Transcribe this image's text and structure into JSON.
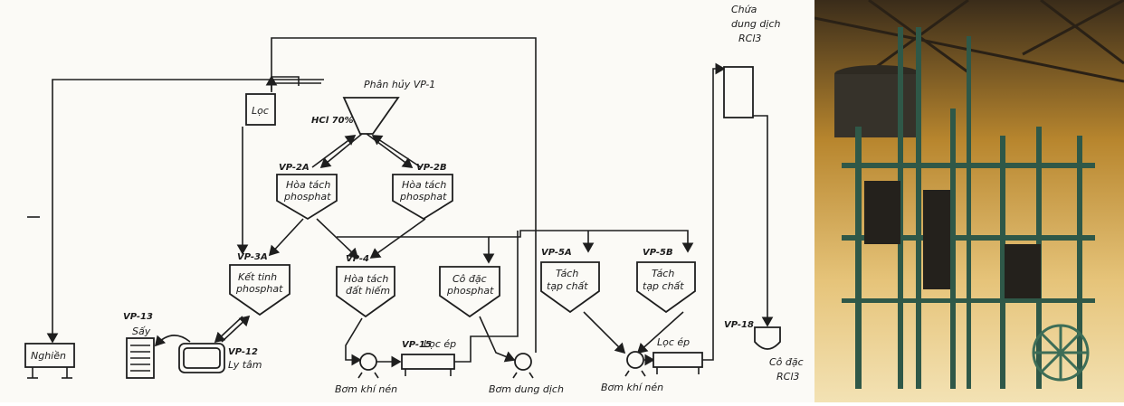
{
  "diagram": {
    "tanks": {
      "vp1": {
        "tag": "Phân hủy VP-1",
        "side": "HCl 70%"
      },
      "vp2a": {
        "tag": "VP-2A",
        "line1": "Hòa tách",
        "line2": "phosphat"
      },
      "vp2b": {
        "tag": "VP-2B",
        "line1": "Hòa tách",
        "line2": "phosphat"
      },
      "vp3a": {
        "tag": "VP-3A",
        "line1": "Kết tinh",
        "line2": "phosphat"
      },
      "vp4": {
        "tag": "VP-4",
        "line1": "Hòa tách",
        "line2": "đất hiếm"
      },
      "codac": {
        "line1": "Cô đặc",
        "line2": "phosphat"
      },
      "vp5a": {
        "tag": "VP-5A",
        "line1": "Tách",
        "line2": "tạp chất"
      },
      "vp5b": {
        "tag": "VP-5B",
        "line1": "Tách",
        "line2": "tạp chất"
      },
      "vp18": {
        "tag": "VP-18",
        "line1": "Cô đặc",
        "line2": "RCl3"
      }
    },
    "labels": {
      "loc": "Lọc",
      "nghien": "Nghiền",
      "say_tag": "VP-13",
      "say": "Sấy",
      "lytam_tag": "VP-12",
      "lytam": "Ly tâm",
      "locep1_tag": "VP-15",
      "locep1": "Lọc ép",
      "locep2": "Lọc ép",
      "bomkhinen1": "Bơm khí nén",
      "bomdungdich": "Bơm dung dịch",
      "bomkhinen2": "Bơm khí nén",
      "chua_l1": "Chứa",
      "chua_l2": "dung dịch",
      "chua_l3": "RCl3"
    }
  },
  "photo": {
    "subject": "industrial processing plant interior with tall steel frame and vessels"
  }
}
